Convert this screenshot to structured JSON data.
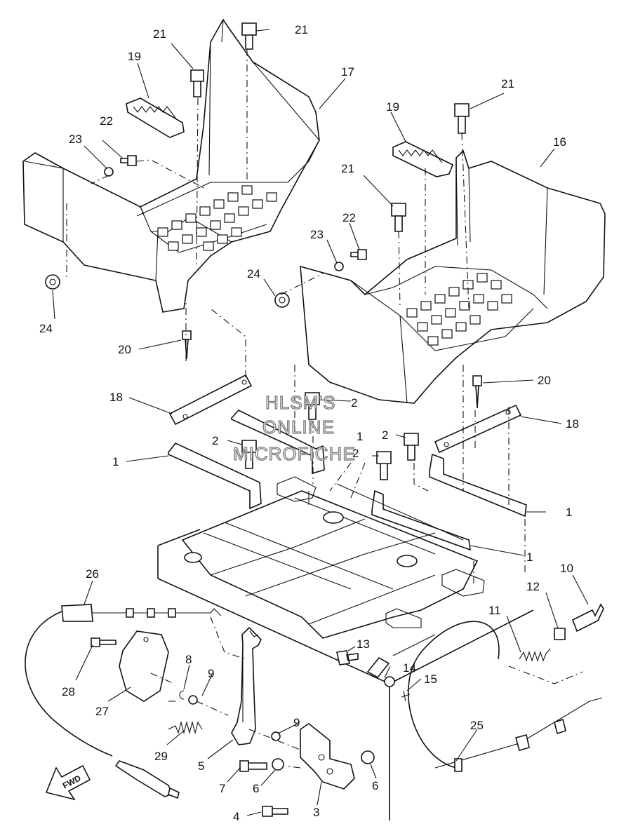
{
  "callouts": [
    {
      "id": "c21a",
      "text": "21"
    },
    {
      "id": "c21b",
      "text": "21"
    },
    {
      "id": "c21c",
      "text": "21"
    },
    {
      "id": "c21d",
      "text": "21"
    },
    {
      "id": "c19a",
      "text": "19"
    },
    {
      "id": "c19b",
      "text": "19"
    },
    {
      "id": "c17",
      "text": "17"
    },
    {
      "id": "c16",
      "text": "16"
    },
    {
      "id": "c22a",
      "text": "22"
    },
    {
      "id": "c22b",
      "text": "22"
    },
    {
      "id": "c23a",
      "text": "23"
    },
    {
      "id": "c23b",
      "text": "23"
    },
    {
      "id": "c24a",
      "text": "24"
    },
    {
      "id": "c24b",
      "text": "24"
    },
    {
      "id": "c20a",
      "text": "20"
    },
    {
      "id": "c20b",
      "text": "20"
    },
    {
      "id": "c18a",
      "text": "18"
    },
    {
      "id": "c18b",
      "text": "18"
    },
    {
      "id": "c2a",
      "text": "2"
    },
    {
      "id": "c2b",
      "text": "2"
    },
    {
      "id": "c2c",
      "text": "2"
    },
    {
      "id": "c2d",
      "text": "2"
    },
    {
      "id": "c1a",
      "text": "1"
    },
    {
      "id": "c1b",
      "text": "1"
    },
    {
      "id": "c1c",
      "text": "1"
    },
    {
      "id": "c1d",
      "text": "1"
    },
    {
      "id": "c26",
      "text": "26"
    },
    {
      "id": "c10",
      "text": "10"
    },
    {
      "id": "c12",
      "text": "12"
    },
    {
      "id": "c11",
      "text": "11"
    },
    {
      "id": "c13",
      "text": "13"
    },
    {
      "id": "c14",
      "text": "14"
    },
    {
      "id": "c15",
      "text": "15"
    },
    {
      "id": "c8",
      "text": "8"
    },
    {
      "id": "c9a",
      "text": "9"
    },
    {
      "id": "c9b",
      "text": "9"
    },
    {
      "id": "c28",
      "text": "28"
    },
    {
      "id": "c27",
      "text": "27"
    },
    {
      "id": "c29",
      "text": "29"
    },
    {
      "id": "c5",
      "text": "5"
    },
    {
      "id": "c25",
      "text": "25"
    },
    {
      "id": "c7",
      "text": "7"
    },
    {
      "id": "c6a",
      "text": "6"
    },
    {
      "id": "c6b",
      "text": "6"
    },
    {
      "id": "c3",
      "text": "3"
    },
    {
      "id": "c4",
      "text": "4"
    }
  ],
  "watermark": [
    "HLSM'S",
    "ONLINE",
    "MICROFICHE"
  ],
  "fwd_label": "FWD"
}
